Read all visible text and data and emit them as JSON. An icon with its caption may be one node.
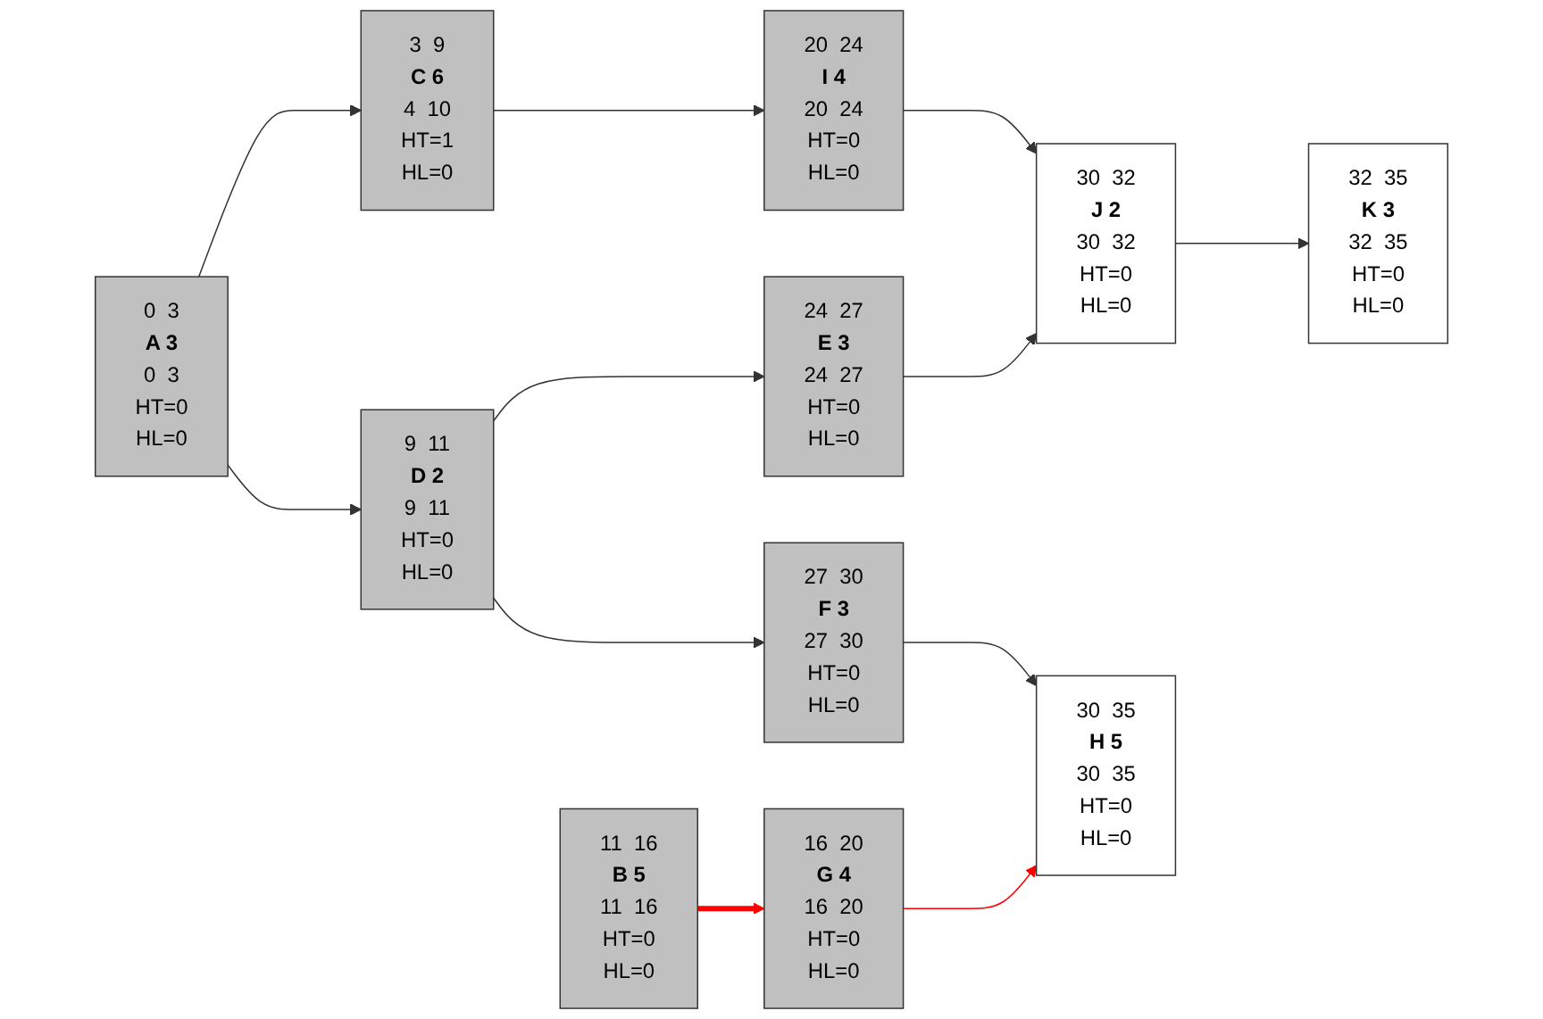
{
  "diagram": {
    "nodes": [
      {
        "text": [
          "0",
          "3",
          "A 3",
          "0",
          "3",
          "HT=0",
          "HL=0"
        ]
      },
      {
        "text": [
          "3",
          "9",
          "C 6",
          "4",
          "10",
          "HT=1",
          "HL=0"
        ]
      },
      {
        "text": [
          "9",
          "11",
          "D 2",
          "9",
          "11",
          "HT=0",
          "HL=0"
        ]
      },
      {
        "text": [
          "20",
          "24",
          "I 4",
          "20",
          "24",
          "HT=0",
          "HL=0"
        ]
      },
      {
        "text": [
          "24",
          "27",
          "E 3",
          "24",
          "27",
          "HT=0",
          "HL=0"
        ]
      },
      {
        "text": [
          "30",
          "32",
          "J 2",
          "30",
          "32",
          "HT=0",
          "HL=0"
        ]
      },
      {
        "text": [
          "32",
          "35",
          "K 3",
          "32",
          "35",
          "HT=0",
          "HL=0"
        ]
      },
      {
        "text": [
          "27",
          "30",
          "F 3",
          "27",
          "30",
          "HT=0",
          "HL=0"
        ]
      },
      {
        "text": [
          "11",
          "16",
          "B 5",
          "11",
          "16",
          "HT=0",
          "HL=0"
        ]
      },
      {
        "text": [
          "16",
          "20",
          "G 4",
          "16",
          "20",
          "HT=0",
          "HL=0"
        ]
      },
      {
        "text": [
          "30",
          "35",
          "H 5",
          "30",
          "35",
          "HT=0",
          "HL=0"
        ]
      }
    ],
    "edges": [
      {
        "from": 0,
        "to": 1,
        "arrow": "to"
      },
      {
        "from": 0,
        "to": 2,
        "arrow": "to"
      },
      {
        "from": 1,
        "to": 3,
        "arrow": "to"
      },
      {
        "from": 3,
        "to": 5,
        "arrow": "to"
      },
      {
        "from": 2,
        "to": 4,
        "arrow": "to"
      },
      {
        "from": 4,
        "to": 5,
        "arrow": "to"
      },
      {
        "from": 5,
        "to": 6,
        "arrow": "to"
      },
      {
        "from": 2,
        "to": 7,
        "arrow": "to"
      },
      {
        "from": 7,
        "to": 10,
        "arrow": "to"
      },
      {
        "from": 8,
        "to": 9,
        "arrow": "to",
        "style": "thick",
        "color": "#ff0000"
      },
      {
        "from": 9,
        "to": 10,
        "arrow": "to",
        "color": "#ff0000"
      }
    ]
  }
}
